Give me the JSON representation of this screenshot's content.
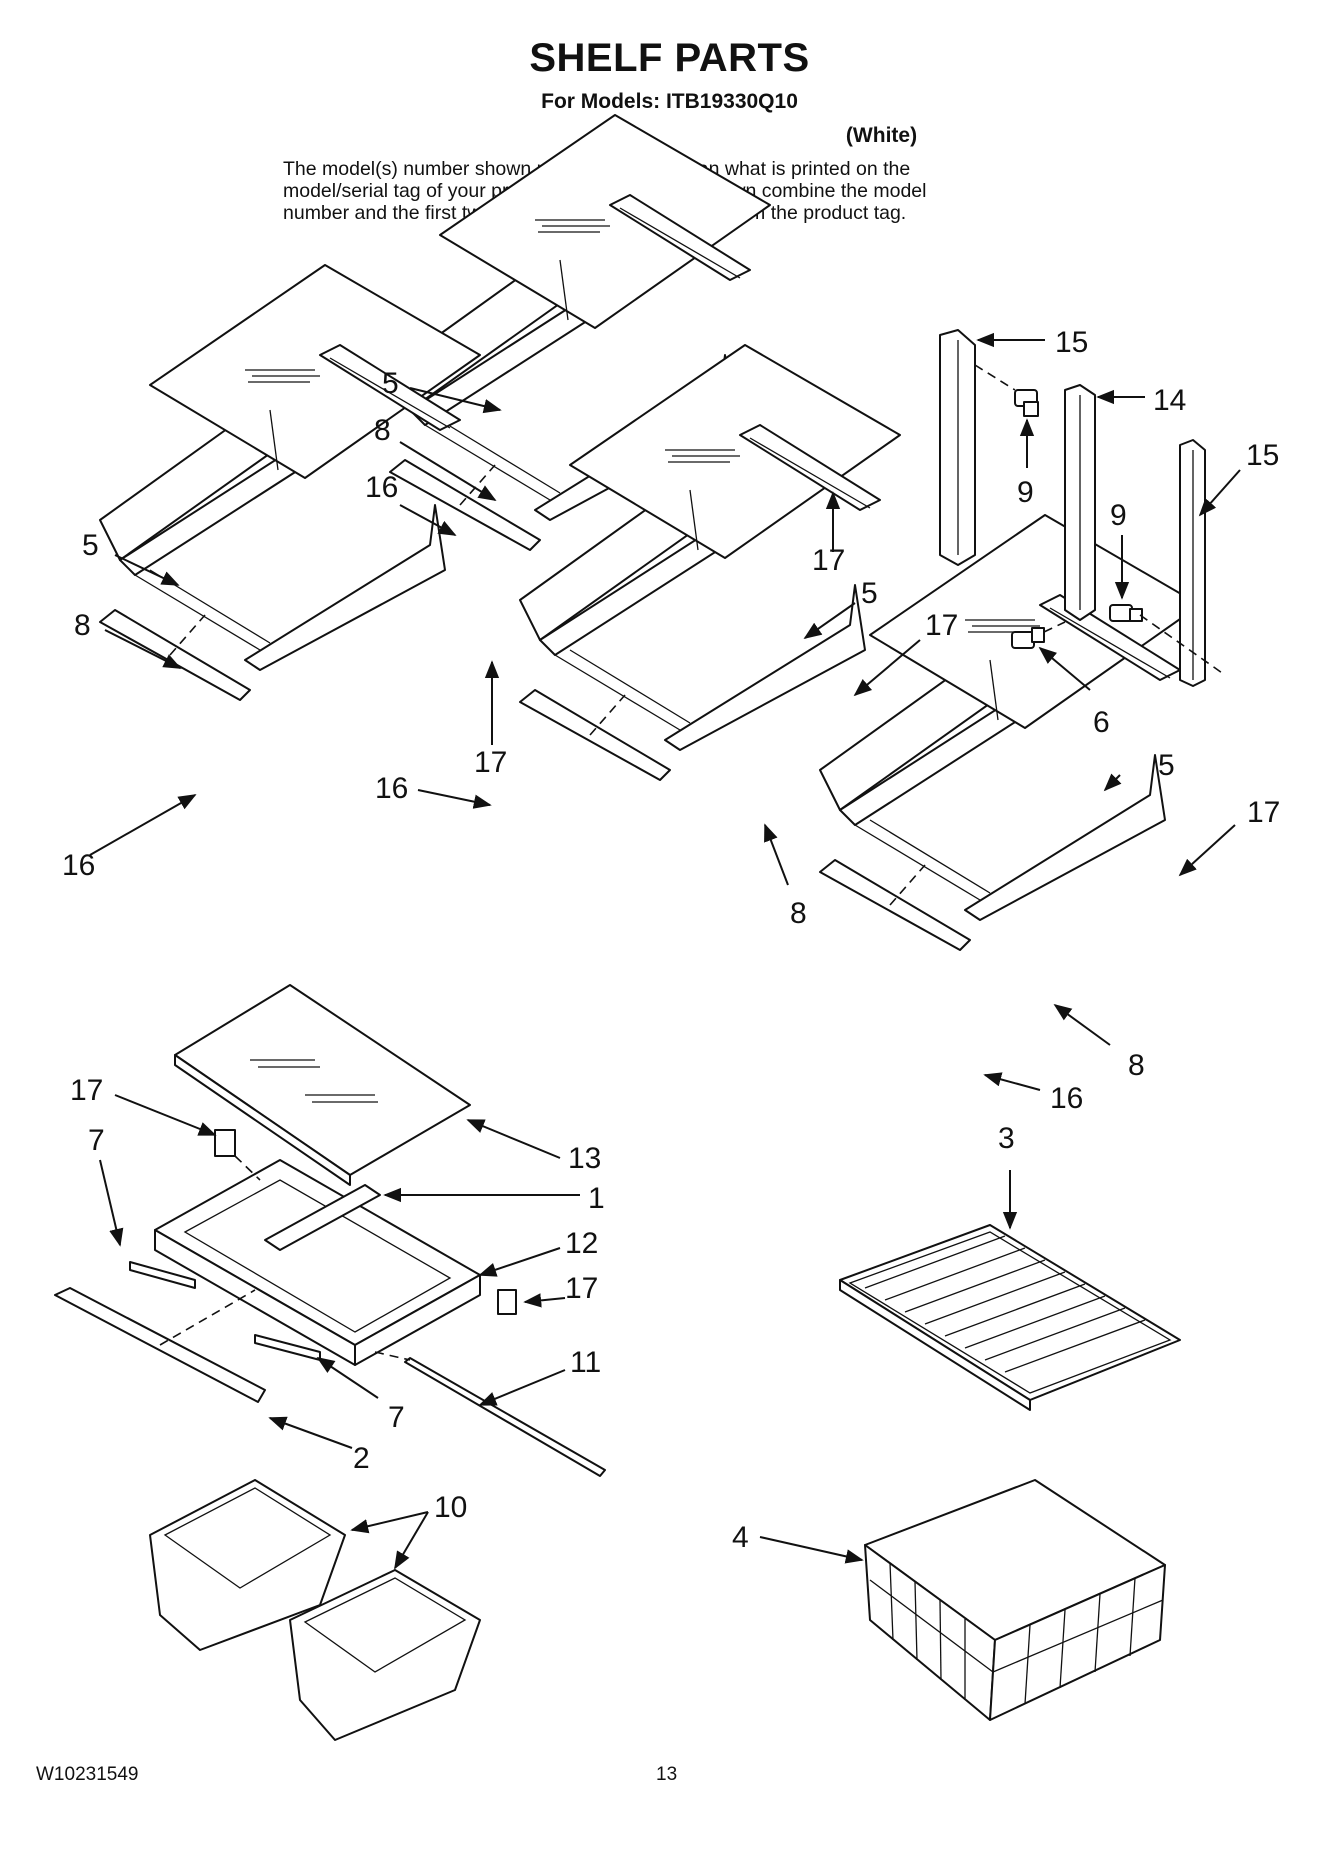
{
  "header": {
    "title": "SHELF PARTS",
    "models_line": "For Models: ITB19330Q10",
    "color": "(White)",
    "disclaimer_lines": [
      "The model(s) number shown may be different than what is printed on the",
      "model/serial tag of your product. The number(s) shown combine the model",
      "number and the first two digits of the serial number from the product tag."
    ]
  },
  "footer": {
    "doc_number": "W10231549",
    "page_number": "13"
  },
  "callouts": [
    {
      "id": "c-15a",
      "text": "15"
    },
    {
      "id": "c-14",
      "text": "14"
    },
    {
      "id": "c-15b",
      "text": "15"
    },
    {
      "id": "c-9a",
      "text": "9"
    },
    {
      "id": "c-9b",
      "text": "9"
    },
    {
      "id": "c-6",
      "text": "6"
    },
    {
      "id": "c-5a",
      "text": "5"
    },
    {
      "id": "c-8a",
      "text": "8"
    },
    {
      "id": "c-16a",
      "text": "16"
    },
    {
      "id": "c-17a",
      "text": "17"
    },
    {
      "id": "c-5b",
      "text": "5"
    },
    {
      "id": "c-8b",
      "text": "8"
    },
    {
      "id": "c-17b",
      "text": "17"
    },
    {
      "id": "c-16b",
      "text": "16"
    },
    {
      "id": "c-5c",
      "text": "5"
    },
    {
      "id": "c-17c",
      "text": "17"
    },
    {
      "id": "c-16c",
      "text": "16"
    },
    {
      "id": "c-8c",
      "text": "8"
    },
    {
      "id": "c-5d",
      "text": "5"
    },
    {
      "id": "c-17d",
      "text": "17"
    },
    {
      "id": "c-8d",
      "text": "8"
    },
    {
      "id": "c-16d",
      "text": "16"
    },
    {
      "id": "c-17e",
      "text": "17"
    },
    {
      "id": "c-7a",
      "text": "7"
    },
    {
      "id": "c-13",
      "text": "13"
    },
    {
      "id": "c-1",
      "text": "1"
    },
    {
      "id": "c-12",
      "text": "12"
    },
    {
      "id": "c-17f",
      "text": "17"
    },
    {
      "id": "c-11",
      "text": "11"
    },
    {
      "id": "c-7b",
      "text": "7"
    },
    {
      "id": "c-2",
      "text": "2"
    },
    {
      "id": "c-10",
      "text": "10"
    },
    {
      "id": "c-3",
      "text": "3"
    },
    {
      "id": "c-4",
      "text": "4"
    }
  ]
}
